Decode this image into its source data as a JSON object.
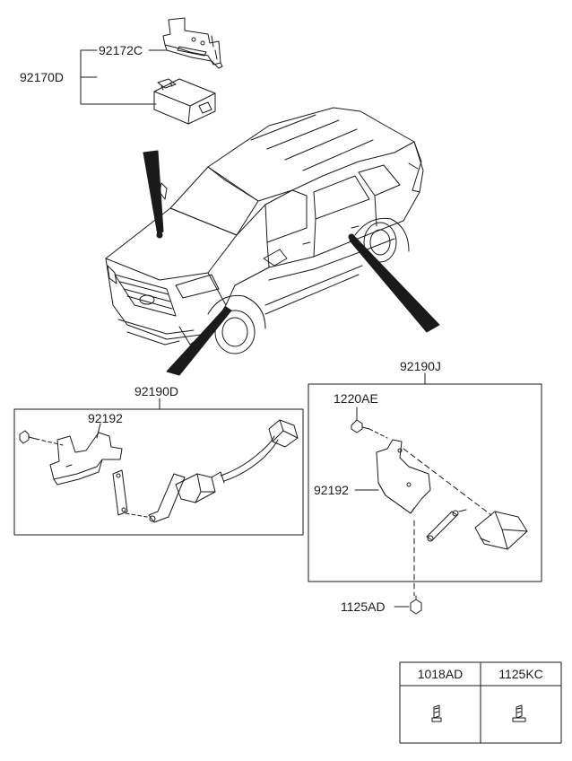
{
  "labels": {
    "p92172C": "92172C",
    "p92170D": "92170D",
    "p92190D": "92190D",
    "p92192_left": "92192",
    "p92190J": "92190J",
    "p1220AE": "1220AE",
    "p92192_right": "92192",
    "p1125AD": "1125AD"
  },
  "fastener_table": {
    "headers": [
      "1018AD",
      "1125KC"
    ]
  },
  "icons": {
    "bracket": "control-unit-bracket",
    "control_unit": "headlamp-leveling-control-unit",
    "vehicle": "suv-vehicle",
    "sensor": "level-sensor",
    "bolt": "bolt"
  },
  "colors": {
    "line": "#1a1a1a",
    "background": "#ffffff"
  }
}
